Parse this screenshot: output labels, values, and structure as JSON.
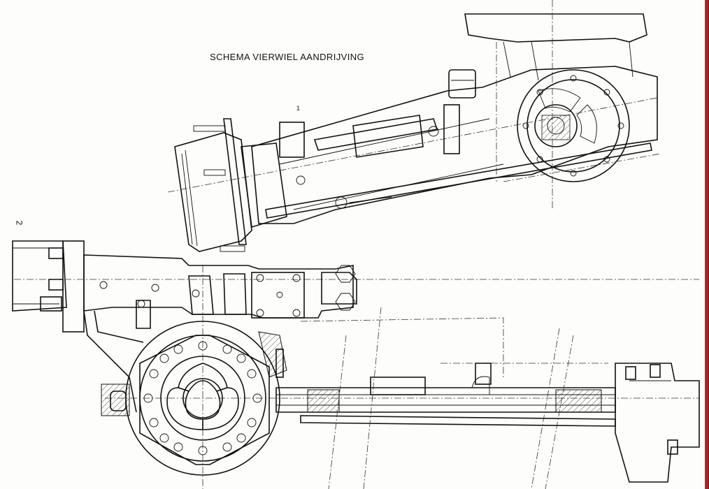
{
  "document": {
    "title": "SCHEMA VIERWIEL AANDRIJVING",
    "page_number": "2",
    "callout_label": "1"
  },
  "colors": {
    "ink": "#111111",
    "paper": "#fdfdfb",
    "binding_edge": "#b9322a"
  }
}
